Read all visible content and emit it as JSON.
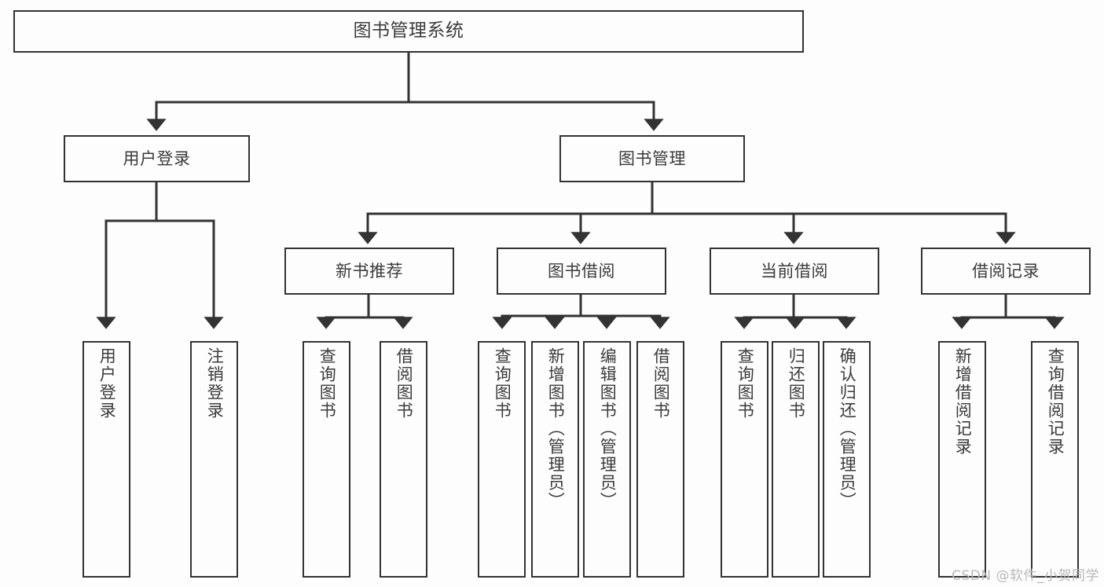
{
  "diagram": {
    "title": "图书管理系统",
    "type": "tree",
    "watermark": "CSDN @软件_小贺同学",
    "colors": {
      "background": "#fdfdfd",
      "border": "#333333",
      "text": "#3b3b3b",
      "connector": "#333333",
      "watermark": "#b9b9b9"
    },
    "nodes": {
      "root": {
        "label": "图书管理系统"
      },
      "level2": [
        {
          "id": "user-login",
          "label": "用户登录"
        },
        {
          "id": "book-management",
          "label": "图书管理"
        }
      ],
      "level3": [
        {
          "id": "new-book-recommend",
          "label": "新书推荐"
        },
        {
          "id": "book-borrow",
          "label": "图书借阅"
        },
        {
          "id": "current-borrow",
          "label": "当前借阅"
        },
        {
          "id": "borrow-record",
          "label": "借阅记录"
        }
      ],
      "leaves": {
        "user-login": [
          {
            "id": "leaf-user-login",
            "label": "用户登录"
          },
          {
            "id": "leaf-logout-login",
            "label": "注销登录"
          }
        ],
        "new-book-recommend": [
          {
            "id": "leaf-query-book-1",
            "label": "查询图书"
          },
          {
            "id": "leaf-borrow-book-1",
            "label": "借阅图书"
          }
        ],
        "book-borrow": [
          {
            "id": "leaf-query-book-2",
            "label": "查询图书"
          },
          {
            "id": "leaf-add-book",
            "label": "新增图书（管理员）"
          },
          {
            "id": "leaf-edit-book",
            "label": "编辑图书（管理员）"
          },
          {
            "id": "leaf-borrow-book-2",
            "label": "借阅图书"
          }
        ],
        "current-borrow": [
          {
            "id": "leaf-query-book-3",
            "label": "查询图书"
          },
          {
            "id": "leaf-return-book",
            "label": "归还图书"
          },
          {
            "id": "leaf-confirm-return",
            "label": "确认归还（管理员）"
          }
        ],
        "borrow-record": [
          {
            "id": "leaf-add-record",
            "label": "新增借阅记录"
          },
          {
            "id": "leaf-query-record",
            "label": "查询借阅记录"
          }
        ]
      }
    }
  }
}
